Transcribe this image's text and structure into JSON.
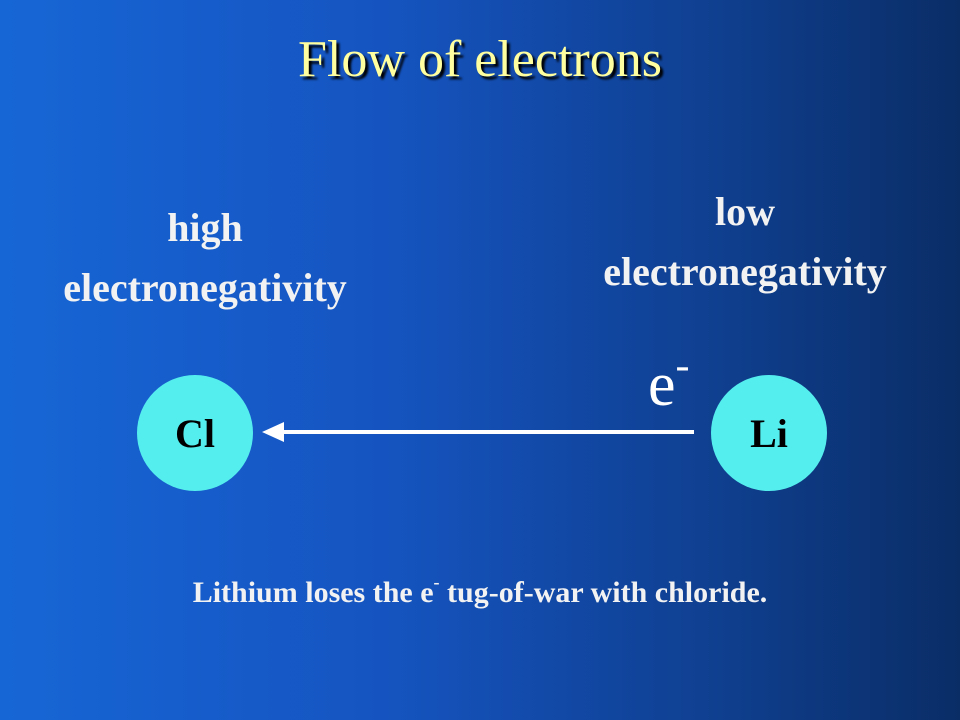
{
  "title": "Flow of electrons",
  "left_label": {
    "line1": "high",
    "line2": "electronegativity"
  },
  "right_label": {
    "line1": "low",
    "line2": "electronegativity"
  },
  "atoms": {
    "left": "Cl",
    "right": "Li"
  },
  "electron": {
    "base": "e",
    "charge": "-"
  },
  "caption": {
    "before": "Lithium loses the e",
    "charge": "-",
    "after": " tug-of-war with chloride."
  },
  "colors": {
    "title": "#ffffa0",
    "atom_fill": "#55eeee",
    "arrow": "#ffffff"
  }
}
